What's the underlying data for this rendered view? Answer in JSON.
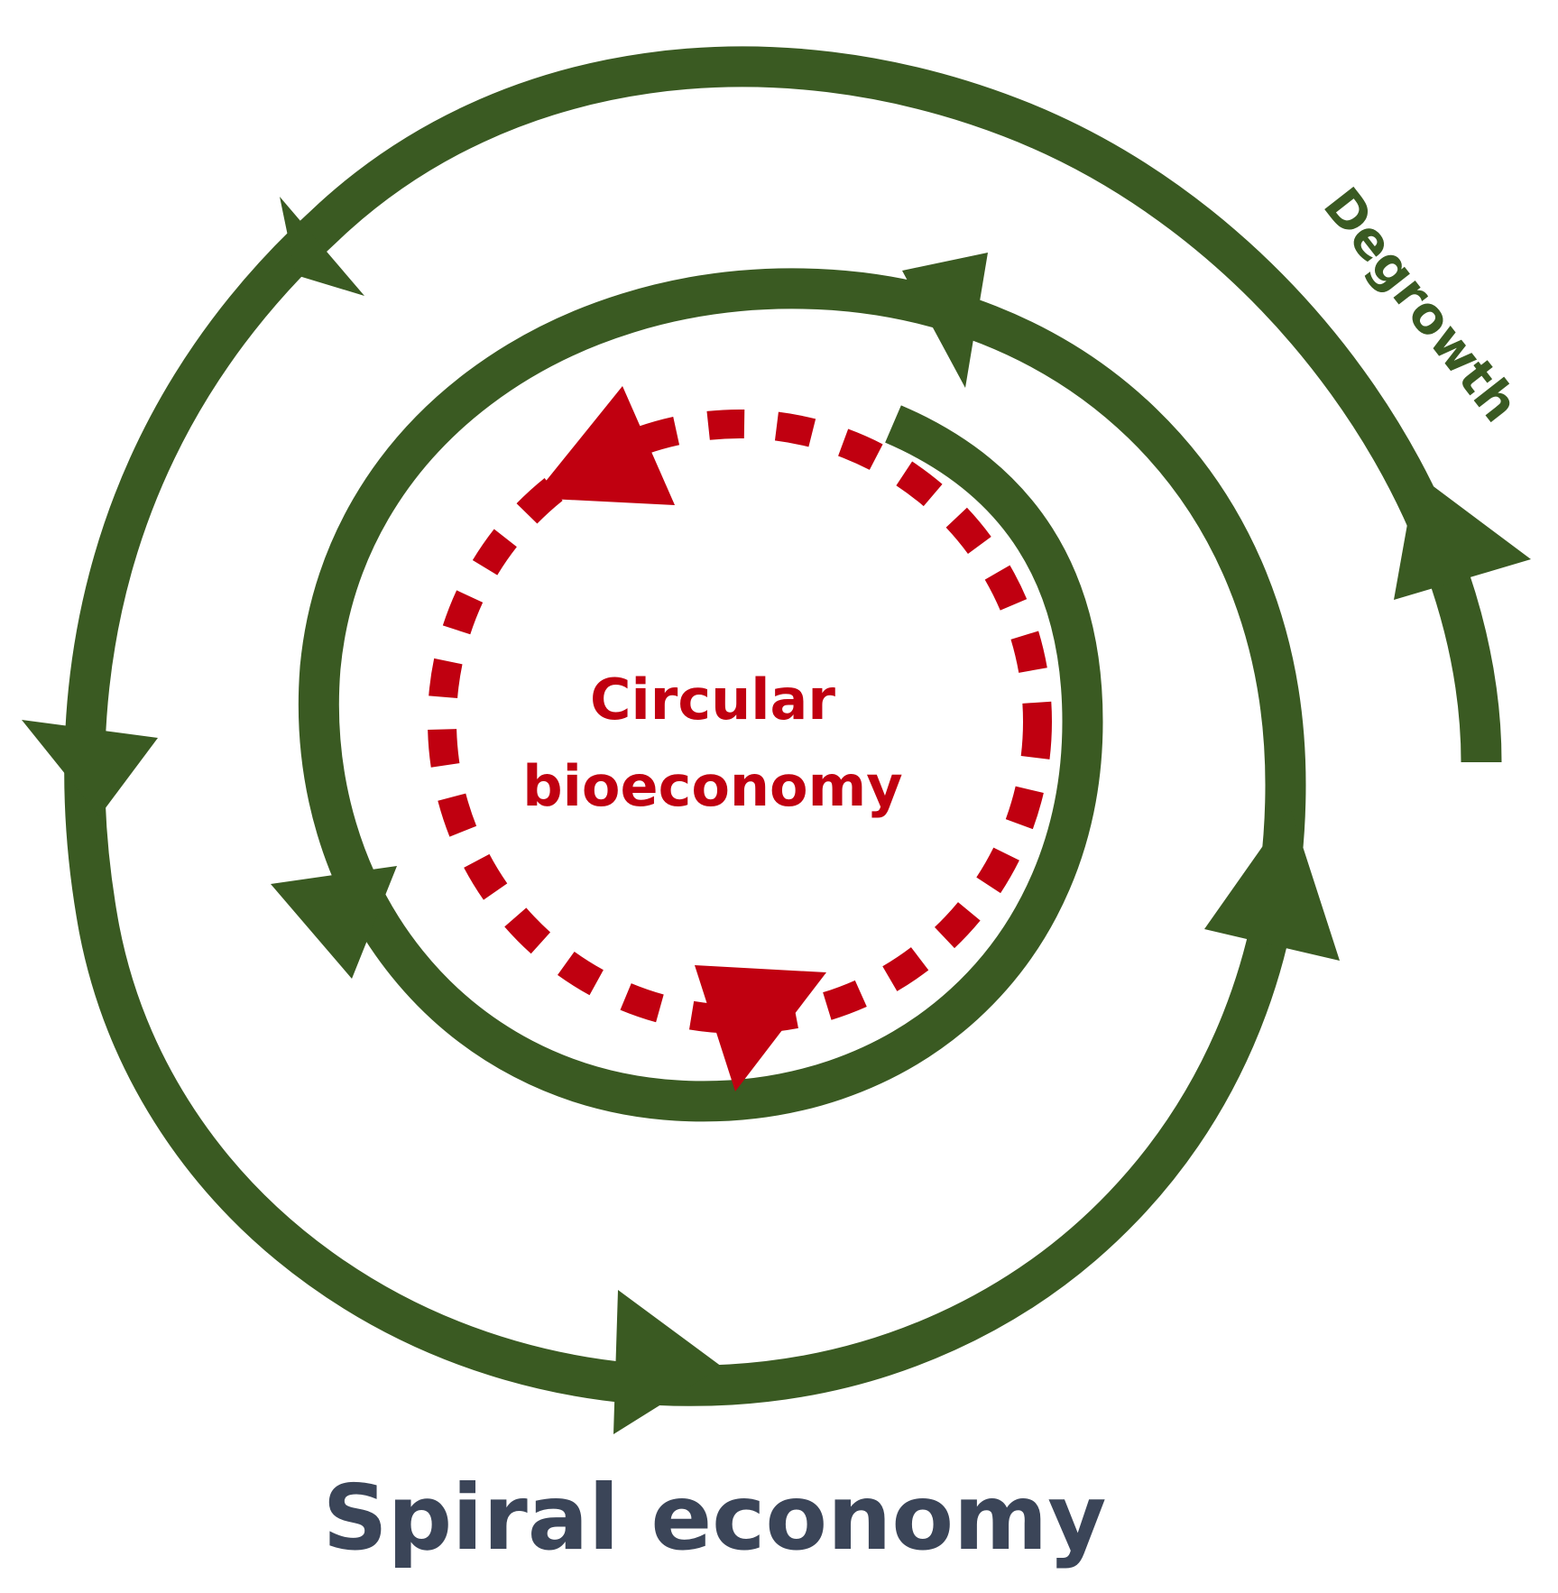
{
  "diagram": {
    "title": "Spiral economy",
    "outer_label": "Degrowth",
    "inner_label_line1": "Circular",
    "inner_label_line2": "bioeconomy"
  },
  "colors": {
    "spiral": "#3a5a22",
    "circular": "#c00010",
    "title": "#3b4558",
    "background": "#ffffff"
  }
}
